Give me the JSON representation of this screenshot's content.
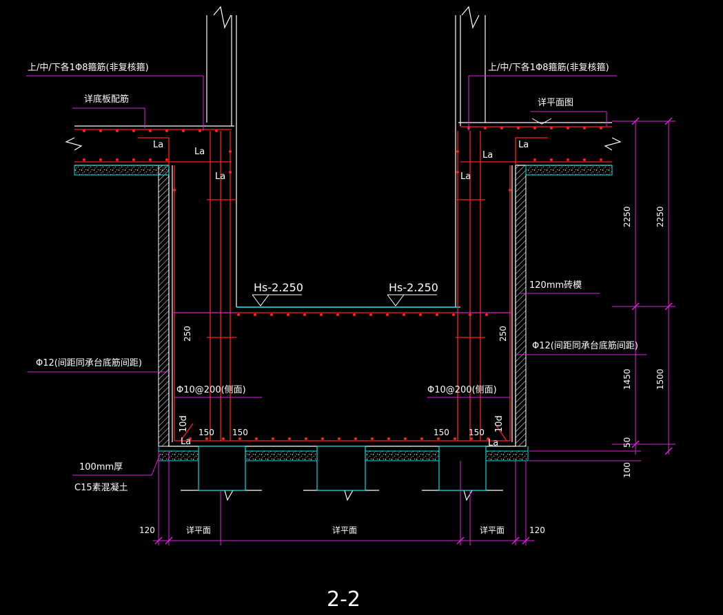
{
  "title": "2-2",
  "colors": {
    "background": "#000000",
    "rebar": "#ff2020",
    "dimension": "#e020e0",
    "concrete_wall": "#ffffff",
    "cushion": "#00e0e0",
    "text": "#ffffff"
  },
  "labels": {
    "stirrup_left": "上/中/下各1Φ8箍筋(非复核箍)",
    "stirrup_right": "上/中/下各1Φ8箍筋(非复核箍)",
    "slab_rebar": "详底板配筋",
    "plan_ref_top": "详平面图",
    "brick_mold": "120mm砖模",
    "bar_spacing_left": "Φ12(间距同承台底筋间距)",
    "bar_spacing_right": "Φ12(间距同承台底筋间距)",
    "side_bar_left": "Φ10@200(侧面)",
    "side_bar_right": "Φ10@200(侧面)",
    "cushion_thickness": "100mm厚",
    "cushion_material": "C15素混凝土",
    "level_left": "Hs-2.250",
    "level_right": "Hs-2.250"
  },
  "anchorage": {
    "la": "La",
    "ten_d": "10d"
  },
  "dimensions": {
    "d250": "250",
    "d150": "150",
    "d120": "120",
    "d2250": "2250",
    "d1450": "1450",
    "d1500": "1500",
    "d50": "50",
    "d100": "100",
    "plan_ref": "详平面"
  }
}
